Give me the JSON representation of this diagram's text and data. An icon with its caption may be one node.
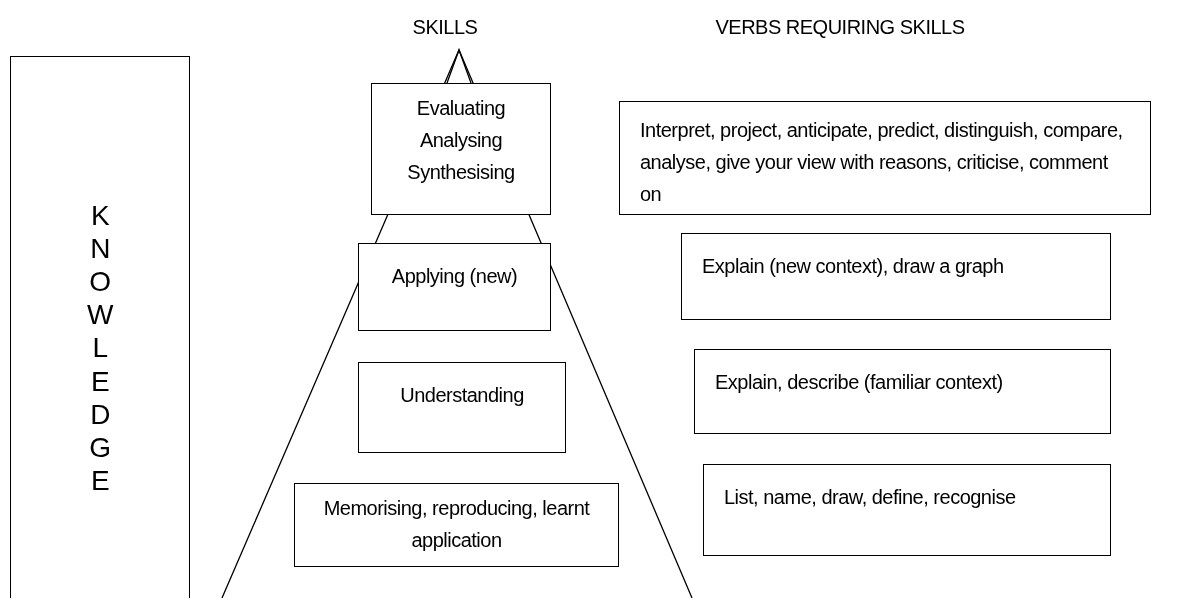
{
  "diagram": {
    "nodes": [
      {
        "text": [
          "KNOWLEDGE"
        ]
      },
      {
        "text": [
          "Evaluating Analysing Synthesising"
        ]
      },
      {
        "text": [
          "Applying (new)"
        ]
      },
      {
        "text": [
          "Understanding"
        ]
      },
      {
        "text": [
          "Memorising, reproducing, learnt application"
        ]
      },
      {
        "text": [
          "Interpret, project, anticipate, predict, distinguish, compare, analyse, give your view with reasons, criticise, comment on"
        ]
      },
      {
        "text": [
          "Explain (new context), draw a graph"
        ]
      },
      {
        "text": [
          "Explain, describe (familiar context)"
        ]
      },
      {
        "text": [
          "List, name, draw, define, recognise"
        ]
      }
    ],
    "labels": [
      "SKILLS",
      "VERBS REQUIRING SKILLS"
    ]
  }
}
